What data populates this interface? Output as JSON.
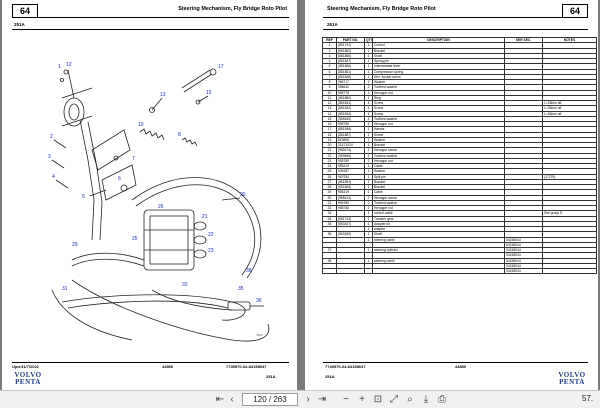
{
  "left_page": {
    "page_number": "64",
    "title": "Steering Mechanism, Fly Bridge Roto Pilot",
    "subsection": "251A",
    "footer_left": "Upd:31/7/2022",
    "footer_center": "44850",
    "footer_right": "7749570-04-84158047",
    "footer_sub": "251A",
    "logo_line1": "VOLVO",
    "logo_line2": "PENTA",
    "diagram_caption": "7900"
  },
  "right_page": {
    "page_number": "64",
    "title": "Steering Mechanism, Fly Bridge Roto Pilot",
    "subsection": "251A",
    "footer_left": "7749570-04-84158047",
    "footer_center": "44850",
    "footer_sub": "251A",
    "logo_line1": "VOLVO",
    "logo_line2": "PENTA"
  },
  "table": {
    "headers": [
      "REF",
      "PART NO.",
      "QTY",
      "DESCRIPTION",
      "SER SEC.",
      "NOTES"
    ],
    "rows": [
      [
        "1",
        "(851741)",
        "1",
        "Control",
        "",
        ""
      ],
      [
        "2",
        "(851862)",
        "1",
        "Bracket",
        "",
        ""
      ],
      [
        "3",
        "(851865)",
        "1",
        "Shaft",
        "",
        ""
      ],
      [
        "4",
        "(851847)",
        "1",
        "Spring pin",
        "",
        ""
      ],
      [
        "5",
        "(851866)",
        "1",
        "Intermediate lever",
        "",
        ""
      ],
      [
        "6",
        "(851861)",
        "1",
        "Compression spring",
        "",
        ""
      ],
      [
        "7",
        "(851848)",
        "1",
        "Hex. socket screw",
        "",
        ""
      ],
      [
        "8",
        "966717",
        "2",
        "Washer",
        "",
        ""
      ],
      [
        "9",
        "955640",
        "2",
        "Toothed washer",
        "",
        ""
      ],
      [
        "10",
        "955778",
        "1",
        "Hexagon nut",
        "",
        ""
      ],
      [
        "11",
        "(851880)",
        "1",
        "Ring",
        "",
        ""
      ],
      [
        "12",
        "(851841)",
        "4",
        "Screw",
        "",
        "L=28mm alt"
      ],
      [
        "13",
        "(851842)",
        "4",
        "Screw",
        "",
        "L=35mm alt"
      ],
      [
        "14",
        "(851843)",
        "4",
        "Screw",
        "",
        "L=45mm alt"
      ],
      [
        "15",
        "(955640)",
        "4",
        "Toothed washer",
        "",
        ""
      ],
      [
        "16",
        "955768",
        "4",
        "Hexagon nut",
        "",
        ""
      ],
      [
        "17",
        "(851846)",
        "1",
        "Handle",
        "",
        ""
      ],
      [
        "18",
        "(851887)",
        "1",
        "Screw",
        "",
        ""
      ],
      [
        "19",
        "819808",
        "1",
        "Washer",
        "",
        ""
      ],
      [
        "20",
        "21471024",
        "1",
        "Bracket",
        "",
        ""
      ],
      [
        "21",
        "(955474)",
        "2",
        "Hexagon screw",
        "",
        ""
      ],
      [
        "22",
        "(969845)",
        "2",
        "Toothed washer",
        "",
        ""
      ],
      [
        "23",
        "955769",
        "2",
        "Hexagon nut",
        "",
        ""
      ],
      [
        "24",
        "955419",
        "1",
        "Cable",
        "",
        ""
      ],
      [
        "25",
        "949187",
        "1",
        "Washer",
        "",
        ""
      ],
      [
        "26",
        "987934",
        "1",
        "Split pin",
        "",
        "(17275)"
      ],
      [
        "27",
        "(851891)",
        "1",
        "Bracket",
        "",
        ""
      ],
      [
        "28",
        "(851806)",
        "1",
        "Bracket",
        "",
        ""
      ],
      [
        "29",
        "955419",
        "1",
        "Cable",
        "",
        ""
      ],
      [
        "30",
        "(955413)",
        "2",
        "Hexagon screw",
        "",
        ""
      ],
      [
        "31",
        "955780",
        "2",
        "Toothed washer",
        "",
        ""
      ],
      [
        "32",
        "955768",
        "2",
        "Hexagon nut",
        "",
        ""
      ],
      [
        "33",
        "",
        "1",
        "control cable",
        "",
        "See group 5"
      ],
      [
        "34",
        "(851743)",
        "1",
        "Transfer gear",
        "",
        ""
      ],
      [
        "35",
        "(853167)",
        "1",
        "Adapter kit",
        "",
        ""
      ],
      [
        "",
        "",
        "1",
        "adapter",
        "",
        ""
      ],
      [
        "36",
        "(853189)",
        "1",
        "Shaft",
        "",
        ""
      ],
      [
        "",
        "",
        "1",
        "steering cable",
        "54158044",
        ""
      ],
      [
        "",
        "",
        "",
        "",
        "54158044",
        ""
      ],
      [
        "37",
        "",
        "1",
        "steering cylinder",
        "54158044",
        ""
      ],
      [
        "",
        "",
        "",
        "",
        "54158044",
        ""
      ],
      [
        "38",
        "",
        "1",
        "steering cable",
        "54158044",
        ""
      ],
      [
        "",
        "",
        "",
        "",
        "54158044",
        ""
      ],
      [
        "",
        "",
        "",
        "",
        "54158044",
        ""
      ]
    ]
  },
  "toolbar": {
    "current_page": "120",
    "total_pages": "/ 263",
    "zoom": "57."
  }
}
